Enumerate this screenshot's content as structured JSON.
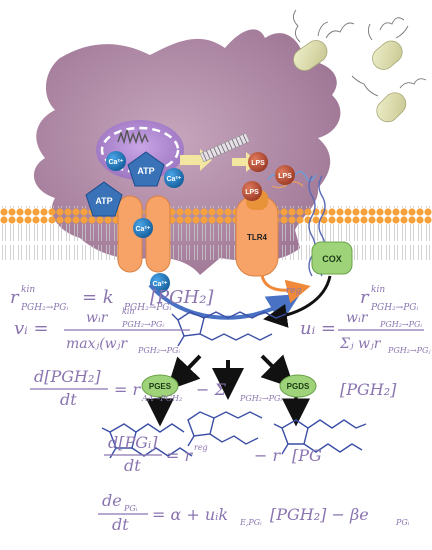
{
  "labels": {
    "atp_1": "ATP",
    "atp_2": "ATP",
    "ca_1": "Ca²⁺",
    "ca_2": "Ca²⁺",
    "ca_3": "Ca²⁺",
    "ca_4": "Ca²⁺",
    "lps_1": "LPS",
    "lps_2": "LPS",
    "lps_3": "LPS",
    "tlr4": "TLR4",
    "cox": "COX",
    "pges": "PGES",
    "pgds": "PGDS"
  },
  "equations": {
    "eq1": "r^kin_{PGH2→PGi} = k_{PGH2→PGi}[PGH2]",
    "eq1_lhs": "r",
    "eq1_mid": "=  k",
    "eq1_rhs": "[PGH₂]",
    "eq_reg_label": "r^reg_{PGH2→PGi}",
    "eq_reg_main": "reg",
    "eq_rkin_right": "r",
    "eq2": "v_i = w_i r^kin / max_j(w_j r^kin)   u_i = w_i r^kin / Σ_j w_j r^kin",
    "eq2_v": "vᵢ =",
    "eq2_u": "uᵢ =",
    "eq2_num": "wᵢr",
    "eq2_den": "maxⱼ(wⱼr",
    "eq2_u_den": "Σⱼ wⱼr",
    "eq3": "d[PGH2]/dt = r_{AA→PGH2} − Σ r^reg − r_{PGH2} [PGH2]",
    "eq3_num": "d[PGH₂]",
    "eq3_dt": "dt",
    "eq3_rhs_a": "= r",
    "eq3_rhs_b": "− Σ",
    "eq3_rhs_c": "[PGH₂]",
    "eq4": "d[PGi]/dt = r^reg − r_{PGi}[PGi]",
    "eq4_num": "d[PGᵢ]",
    "eq4_dt": "dt",
    "eq4_rhs_a": "= r",
    "eq4_rhs_b": "− r",
    "eq4_rhs_c": "[PG",
    "eq5": "de_{PGi}/dt = α + u_i k_{E,PGi}[PGH2] − β e_{PGi}",
    "eq5_num": "de",
    "eq5_dt": "dt",
    "eq5_rhs": "= α + uᵢk",
    "eq5_rhs2": "[PGH₂] − βe"
  },
  "subscripts": {
    "pgh2_pgi": "PGH₂→PGᵢ",
    "pgh2_pgj": "PGH₂→PGⱼ",
    "kin": "kin",
    "reg": "reg",
    "aa_pgh2": "AA→PGH₂",
    "pgi": "PGᵢ",
    "e_pgi": "E,PGᵢ"
  },
  "colors": {
    "cell_fill": "#b08ca6",
    "nucleus_fill": "#a883c4",
    "membrane_head": "#f5a23c",
    "channel": "#f7a266",
    "ion_blue": "#1a79c0",
    "atp_blue": "#3a72b8",
    "lps_red": "#c05038",
    "cox_green": "#9ed37a",
    "equation_purple": "#8a74b0",
    "arrow_blue": "#4a72c4",
    "arrow_orange": "#f08a3a",
    "molecule_blue": "#3b4fa6",
    "bacteria": "#d8d8a4"
  }
}
